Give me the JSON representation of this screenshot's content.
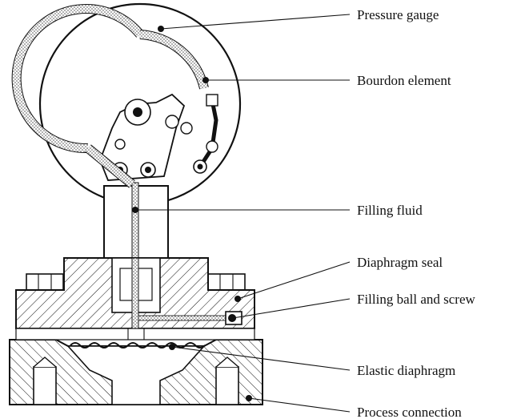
{
  "diagram": {
    "labels": [
      {
        "id": "pressure-gauge",
        "text": "Pressure gauge"
      },
      {
        "id": "bourdon-element",
        "text": "Bourdon element"
      },
      {
        "id": "filling-fluid",
        "text": "Filling fluid"
      },
      {
        "id": "diaphragm-seal",
        "text": "Diaphragm seal"
      },
      {
        "id": "filling-ball-and-screw",
        "text": "Filling ball and screw"
      },
      {
        "id": "elastic-diaphragm",
        "text": "Elastic diaphragm"
      },
      {
        "id": "process-connection",
        "text": "Process connection"
      }
    ],
    "colors": {
      "ink": "#111111",
      "background": "#ffffff",
      "fluid": "#bdbdbd"
    }
  }
}
